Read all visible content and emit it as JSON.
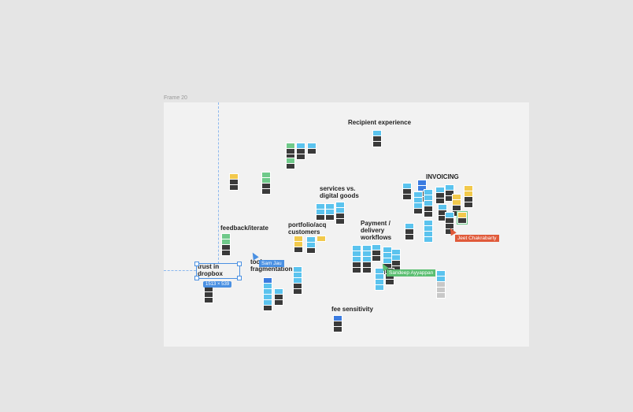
{
  "frame": {
    "name": "Frame 20"
  },
  "colors": {
    "blue": "#5bc3ee",
    "green": "#6fc98a",
    "yellow": "#f2c94c",
    "dark": "#3a3a3a",
    "darkblue": "#3b7be0",
    "light": "#c8c8c8",
    "selection": "#4a90e2"
  },
  "labels": {
    "recipient": "Recipient experience",
    "invoicing": "INVOICING",
    "services": "services vs.\ndigital goods",
    "portfolio": "portfolio/acq\ncustomers",
    "payment": "Payment /\ndelivery\nworkflows",
    "feedback": "feedback/iterate",
    "tool": "tool\nfragmentation",
    "trust": "trust in\ndropbox",
    "fee": "fee sensitivity"
  },
  "selection": {
    "dimensions": "1513 × 539"
  },
  "collaborators": [
    {
      "name": "Sam Jau",
      "color": "#4a90e2"
    },
    {
      "name": "Jeet Chakrabarty",
      "color": "#e05a3a"
    },
    {
      "name": "Sandeep Ayyappan",
      "color": "#5cbf72"
    }
  ]
}
